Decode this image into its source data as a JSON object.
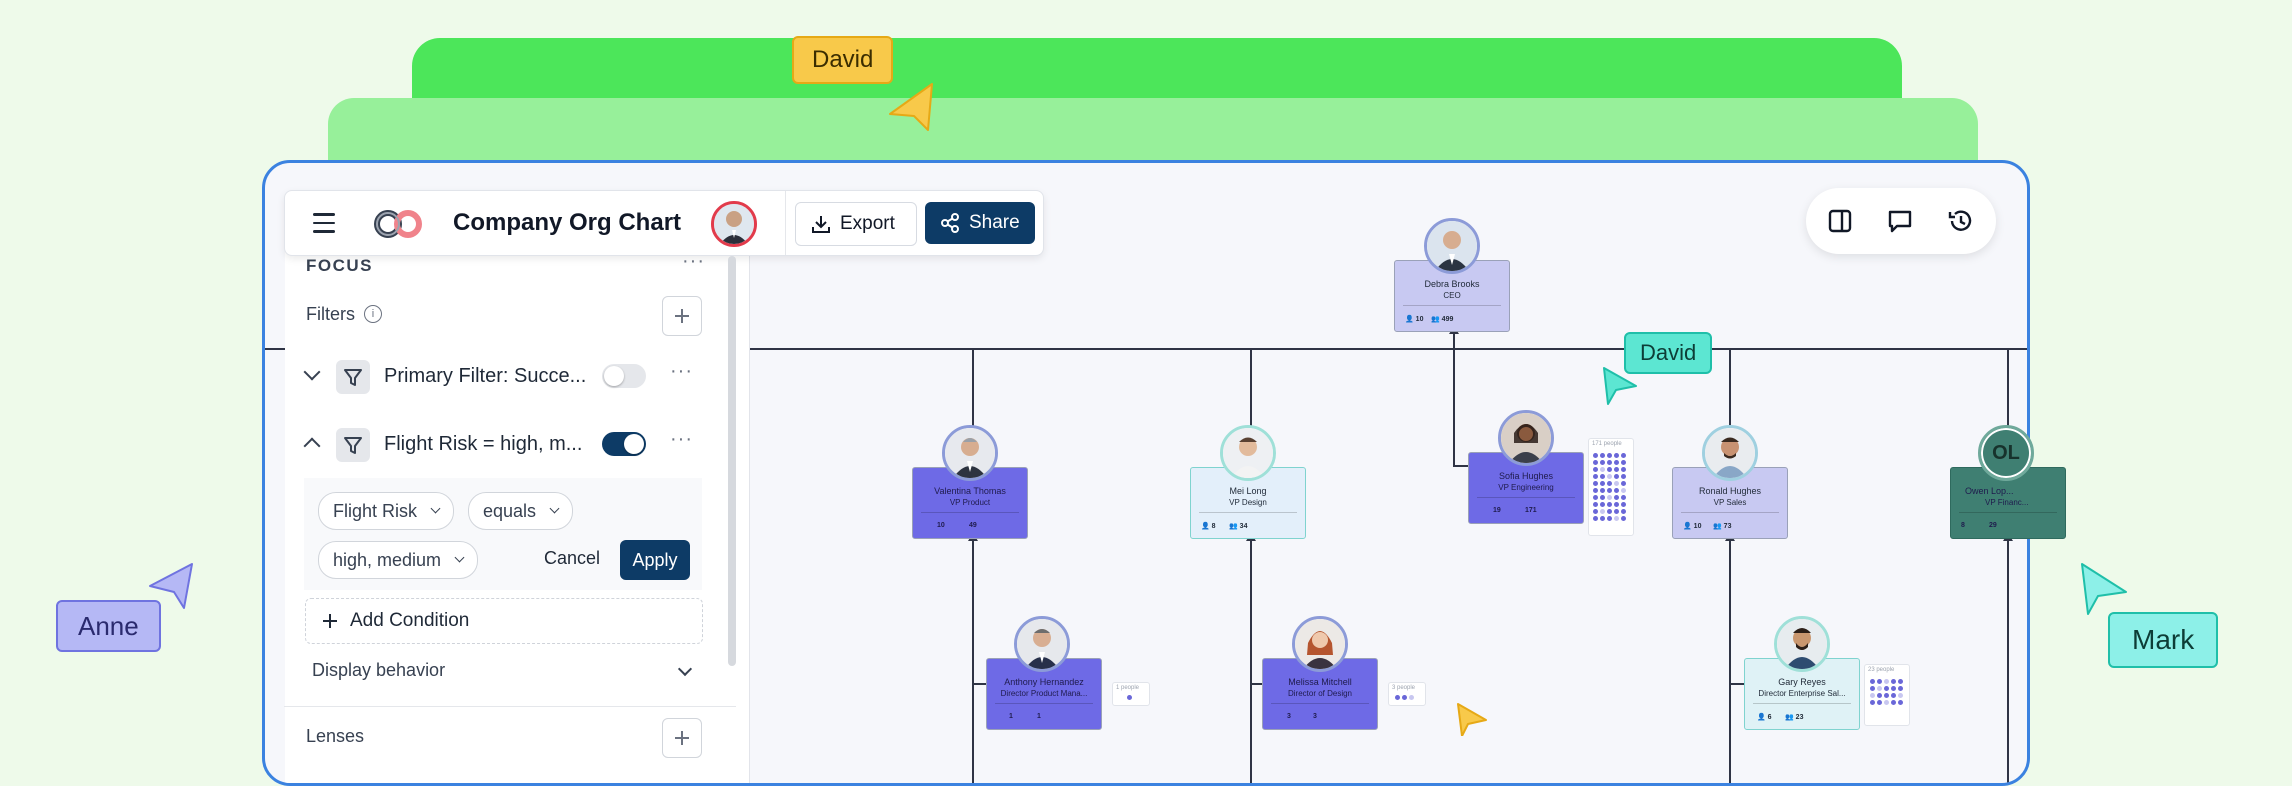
{
  "toolbar": {
    "title": "Company Org Chart",
    "export_label": "Export",
    "share_label": "Share"
  },
  "sidebar": {
    "section_title": "FOCUS",
    "filters_label": "Filters",
    "filters": [
      {
        "label": "Primary Filter: Succe...",
        "enabled": false
      },
      {
        "label": "Flight Risk = high, m...",
        "enabled": true
      }
    ],
    "condition": {
      "field": "Flight Risk",
      "operator": "equals",
      "value": "high, medium",
      "cancel_label": "Cancel",
      "apply_label": "Apply"
    },
    "add_condition_label": "Add Condition",
    "display_behavior_label": "Display behavior",
    "next_section_label": "Lenses"
  },
  "org": {
    "root": {
      "name": "Debra Brooks",
      "role": "CEO",
      "direct": "10",
      "total": "499"
    },
    "vps": [
      {
        "name": "Valentina Thomas",
        "role": "VP Product",
        "direct": "10",
        "total": "49"
      },
      {
        "name": "Mei Long",
        "role": "VP Design",
        "direct": "8",
        "total": "34"
      },
      {
        "name": "Sofia Hughes",
        "role": "VP Engineering",
        "direct": "19",
        "total": "171",
        "people_label": "171 people"
      },
      {
        "name": "Ronald Hughes",
        "role": "VP Sales",
        "direct": "10",
        "total": "73"
      },
      {
        "name": "Owen Lop...",
        "role": "VP Financ...",
        "direct": "8",
        "total": "29",
        "initials": "OL"
      }
    ],
    "directors": [
      {
        "name": "Anthony Hernandez",
        "role": "Director Product Mana...",
        "direct": "1",
        "total": "1",
        "people_label": "1 people"
      },
      {
        "name": "Melissa Mitchell",
        "role": "Director of Design",
        "direct": "3",
        "total": "3",
        "people_label": "3 people"
      },
      {
        "name": "Gary Reyes",
        "role": "Director Enterprise Sal...",
        "direct": "6",
        "total": "23",
        "people_label": "23 people"
      }
    ]
  },
  "cursors": [
    {
      "name": "David",
      "color": "#f8c94a"
    },
    {
      "name": "David",
      "color": "#5ce6d2"
    },
    {
      "name": "Anne",
      "color": "#b5b8f5"
    },
    {
      "name": "Mark",
      "color": "#8df0e8"
    }
  ],
  "colors": {
    "accent": "#0d3b66",
    "frame_border": "#3b82e0",
    "toggle_on": "#0d3b66"
  }
}
